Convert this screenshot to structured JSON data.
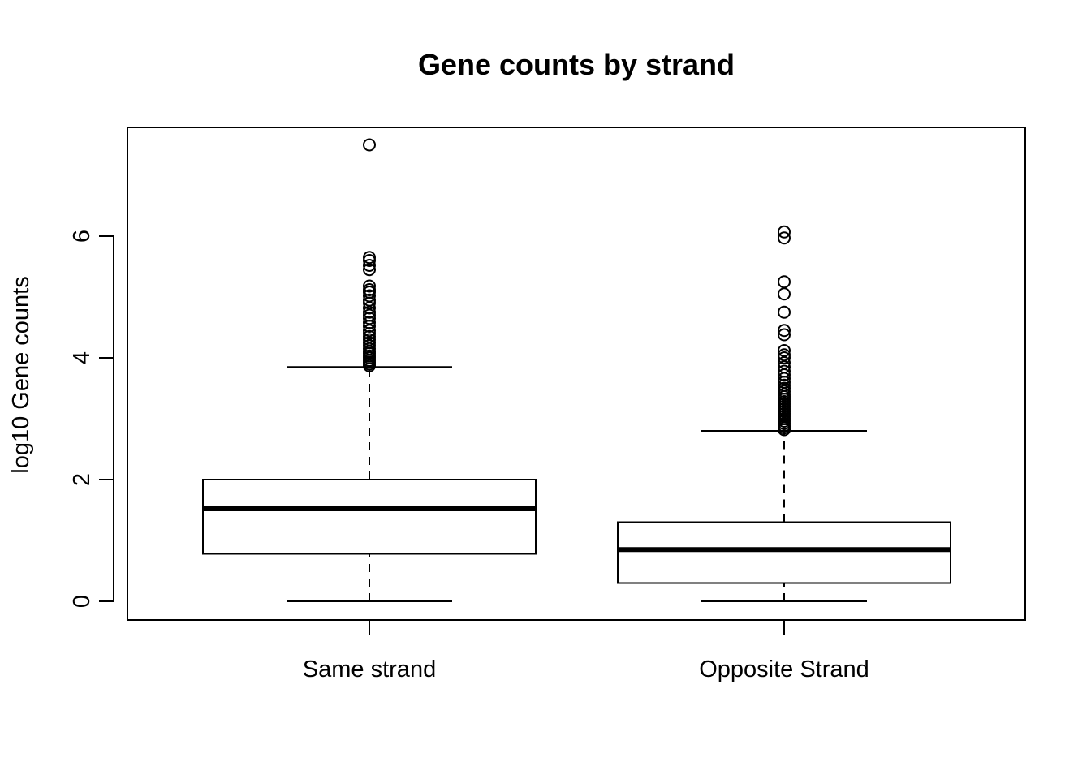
{
  "chart_data": {
    "type": "boxplot",
    "title": "Gene counts by strand",
    "xlabel": "",
    "ylabel": "log10 Gene counts",
    "ylim": [
      -0.3,
      7.8
    ],
    "yticks": [
      0,
      2,
      4,
      6
    ],
    "grid": false,
    "legend": "none",
    "categories": [
      "Same strand",
      "Opposite Strand"
    ],
    "boxes": [
      {
        "category": "Same strand",
        "whisker_low": 0,
        "q1": 0.78,
        "median": 1.52,
        "q3": 2.0,
        "whisker_high": 3.85,
        "outliers": [
          3.87,
          3.9,
          3.93,
          3.96,
          4.0,
          4.03,
          4.07,
          4.1,
          4.15,
          4.2,
          4.25,
          4.3,
          4.35,
          4.4,
          4.45,
          4.52,
          4.58,
          4.65,
          4.7,
          4.75,
          4.82,
          4.9,
          4.95,
          5.02,
          5.08,
          5.12,
          5.18,
          5.45,
          5.52,
          5.6,
          5.65,
          7.5
        ]
      },
      {
        "category": "Opposite Strand",
        "whisker_low": 0,
        "q1": 0.3,
        "median": 0.85,
        "q3": 1.3,
        "whisker_high": 2.8,
        "outliers": [
          2.82,
          2.85,
          2.88,
          2.92,
          2.96,
          3.0,
          3.04,
          3.08,
          3.12,
          3.16,
          3.2,
          3.24,
          3.28,
          3.32,
          3.36,
          3.4,
          3.45,
          3.5,
          3.55,
          3.6,
          3.66,
          3.72,
          3.78,
          3.85,
          3.92,
          4.0,
          4.05,
          4.12,
          4.38,
          4.45,
          4.75,
          5.05,
          5.25,
          5.97,
          6.07
        ]
      }
    ]
  },
  "style": {
    "stroke_color": "#000000",
    "background": "#ffffff"
  }
}
